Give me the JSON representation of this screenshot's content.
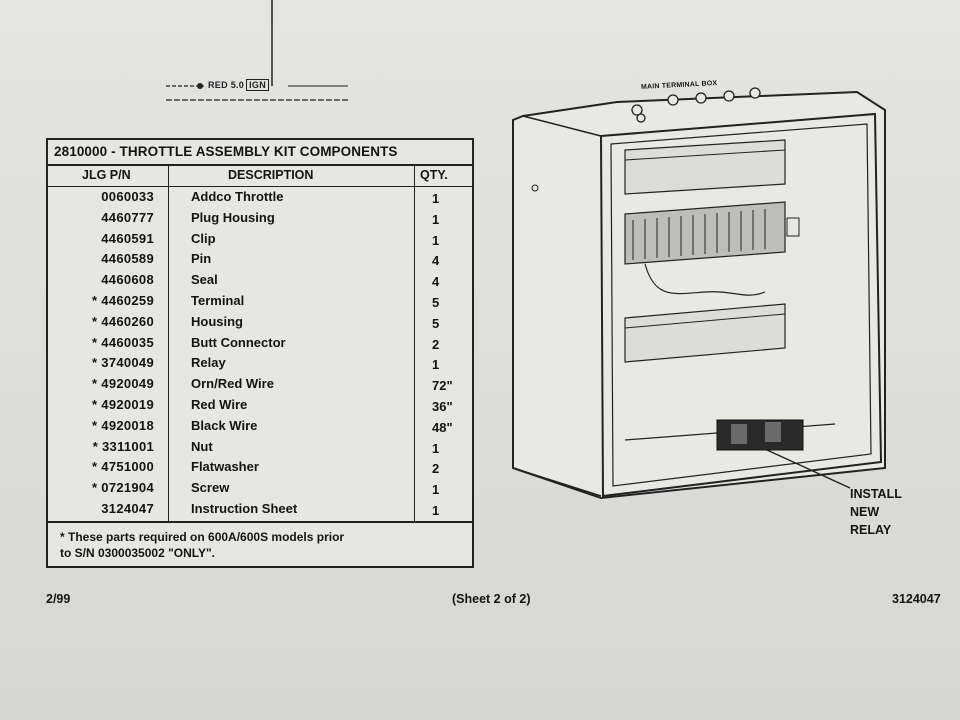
{
  "wire": {
    "label": "RED 5.0",
    "tag": "IGN"
  },
  "table": {
    "title": "2810000 - THROTTLE ASSEMBLY KIT COMPONENTS",
    "headers": {
      "part_no": "JLG P/N",
      "description": "DESCRIPTION",
      "qty": "QTY."
    },
    "rows": [
      {
        "pn": "0060033",
        "desc": "Addco Throttle",
        "qty": "1"
      },
      {
        "pn": "4460777",
        "desc": "Plug Housing",
        "qty": "1"
      },
      {
        "pn": "4460591",
        "desc": "Clip",
        "qty": "1"
      },
      {
        "pn": "4460589",
        "desc": "Pin",
        "qty": "4"
      },
      {
        "pn": "4460608",
        "desc": "Seal",
        "qty": "4"
      },
      {
        "pn": "* 4460259",
        "desc": "Terminal",
        "qty": "5"
      },
      {
        "pn": "* 4460260",
        "desc": "Housing",
        "qty": "5"
      },
      {
        "pn": "* 4460035",
        "desc": "Butt Connector",
        "qty": "2"
      },
      {
        "pn": "* 3740049",
        "desc": "Relay",
        "qty": "1"
      },
      {
        "pn": "* 4920049",
        "desc": "Orn/Red Wire",
        "qty": "72\""
      },
      {
        "pn": "* 4920019",
        "desc": "Red Wire",
        "qty": "36\""
      },
      {
        "pn": "* 4920018",
        "desc": "Black Wire",
        "qty": "48\""
      },
      {
        "pn": "* 3311001",
        "desc": "Nut",
        "qty": "1"
      },
      {
        "pn": "* 4751000",
        "desc": "Flatwasher",
        "qty": "2"
      },
      {
        "pn": "* 0721904",
        "desc": "Screw",
        "qty": "1"
      },
      {
        "pn": "3124047",
        "desc": "Instruction Sheet",
        "qty": "1"
      }
    ],
    "note_line1": "* These parts required on 600A/600S models prior",
    "note_line2": "to S/N 0300035002 \"ONLY\"."
  },
  "diagram": {
    "box_label": "MAIN TERMINAL BOX",
    "callout_line1": "INSTALL",
    "callout_line2": "NEW",
    "callout_line3": "RELAY"
  },
  "footer": {
    "date": "2/99",
    "sheet": "(Sheet 2 of 2)",
    "doc_no": "3124047"
  }
}
